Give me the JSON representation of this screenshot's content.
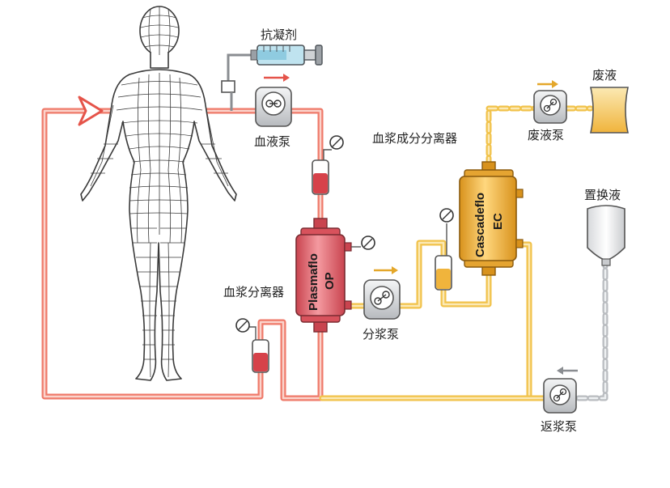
{
  "labels": {
    "anticoagulant": "抗凝剂",
    "blood_pump": "血液泵",
    "plasma_separator": "血浆分离器",
    "plasma_pump": "分浆泵",
    "plasma_component_separator": "血浆成分分离器",
    "waste_pump": "废液泵",
    "waste_fluid": "废液",
    "replacement_fluid": "置换液",
    "return_pump": "返浆泵",
    "plasmaflo_line1": "Plasmaflo",
    "plasmaflo_line2": "OP",
    "cascadeflo_line1": "Cascadeflo",
    "cascadeflo_line2": "EC"
  },
  "colors": {
    "blood_line": "#ef7a6a",
    "blood_line_light": "#fbd4cc",
    "plasma_line": "#f1c24a",
    "plasma_line_light": "#fbe9b5",
    "replacement_line": "#b9bcc0",
    "plasmaflo_body": "#e9747a",
    "cascadeflo_body": "#f2b94a",
    "pump_body": "#d4d6d9",
    "figure_stroke": "#3a3a3a"
  },
  "icons": {
    "pumps": [
      "blood-pump-icon",
      "plasma-pump-icon",
      "waste-pump-icon",
      "return-pump-icon"
    ],
    "gauges": [
      "pressure-gauge-icon"
    ],
    "syringe": "syringe-icon",
    "human": "human-body-icon"
  }
}
